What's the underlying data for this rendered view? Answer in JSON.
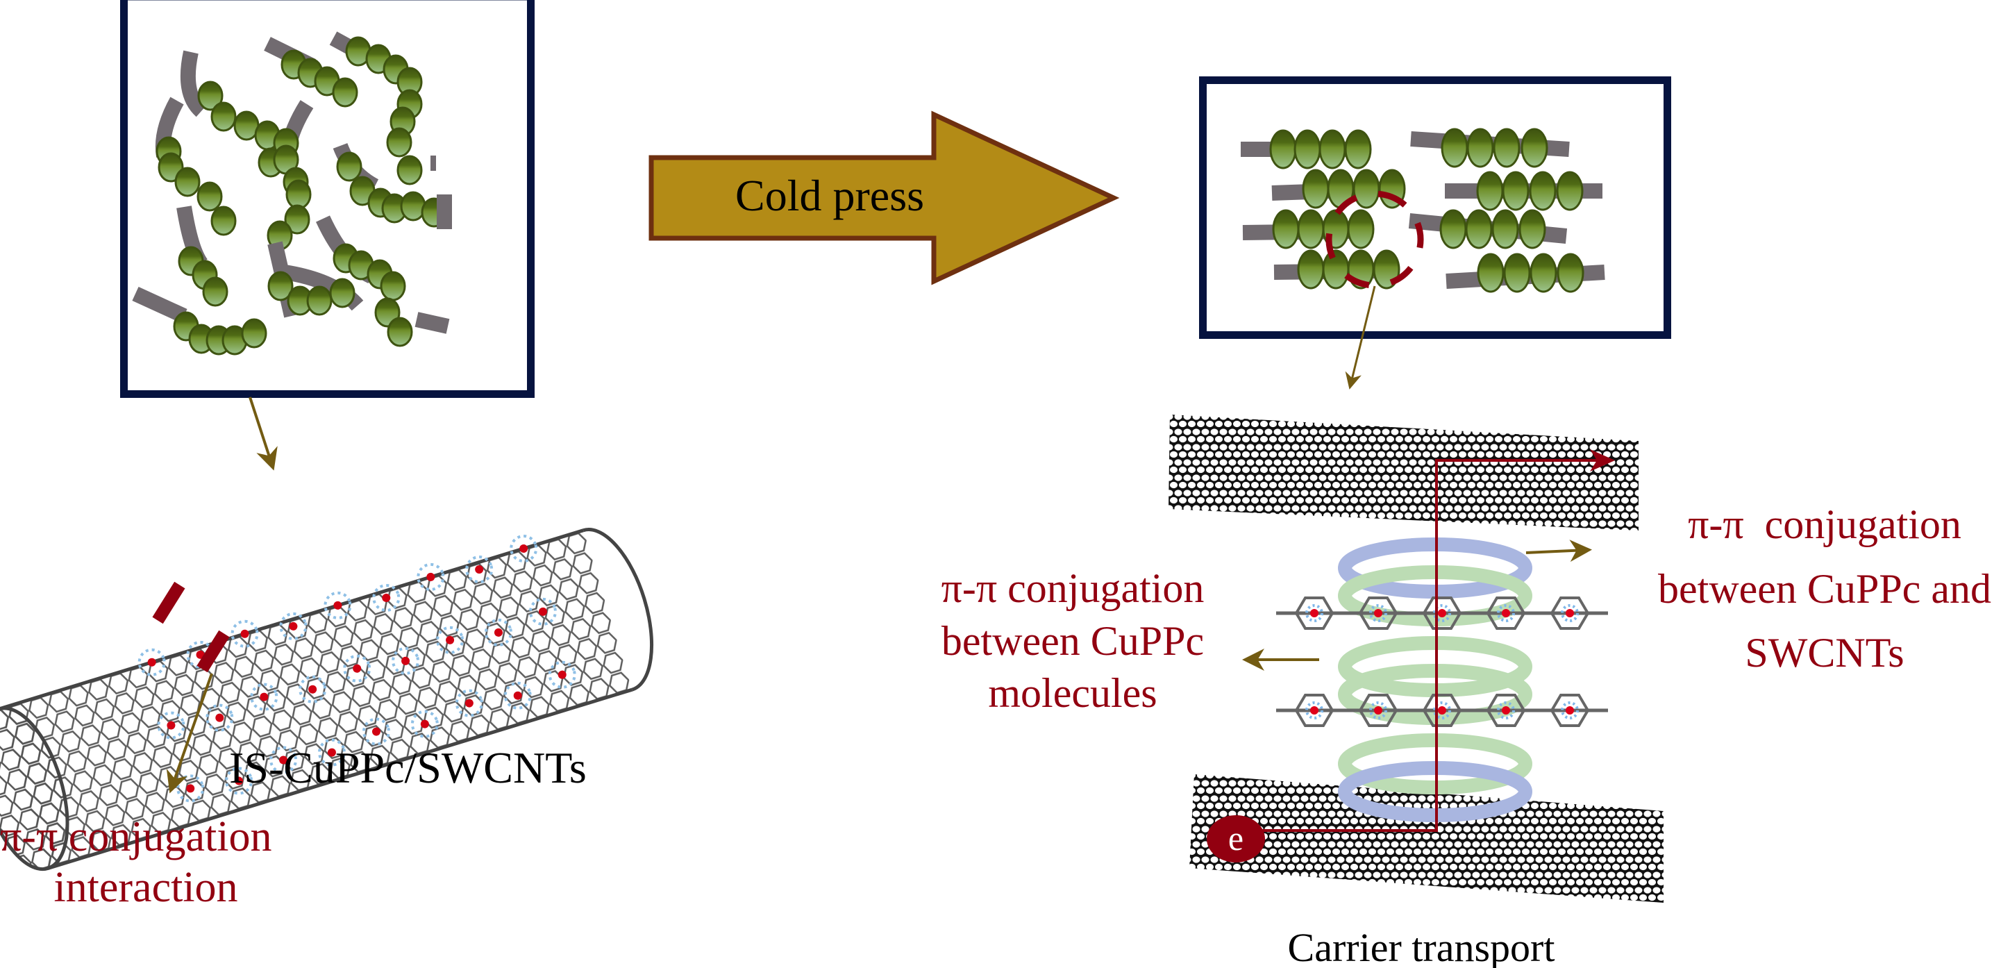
{
  "figure": {
    "process_arrow": {
      "label": "Cold press",
      "fill": "#b38b16",
      "stroke": "#6e3010"
    },
    "left_panel": {
      "title": "Disordered IS-CuPPc/SWCNTs bundles",
      "composite_label": "IS-CuPPc/SWCNTs",
      "interaction_label": [
        "π-π conjugation",
        "interaction"
      ]
    },
    "right_panel": {
      "title": "Aligned bundles after pressing",
      "intermolecular_label": [
        "π-π conjugation",
        "between CuPPc",
        "molecules"
      ],
      "interface_label": [
        "π-π  conjugation",
        "between CuPPc and",
        "SWCNTs"
      ],
      "electron_label": "e",
      "transport_label": "Carrier transport"
    },
    "colors": {
      "box_border": "#06133f",
      "bead_dark": "#3e5310",
      "bead_light": "#93bb82",
      "rod": "#716b70",
      "callout_arrow": "#735b12",
      "highlight_red": "#920010",
      "ring_blue": "#a9b6e0",
      "ring_green": "#bcdcb4",
      "nanotube": "#111111"
    }
  }
}
